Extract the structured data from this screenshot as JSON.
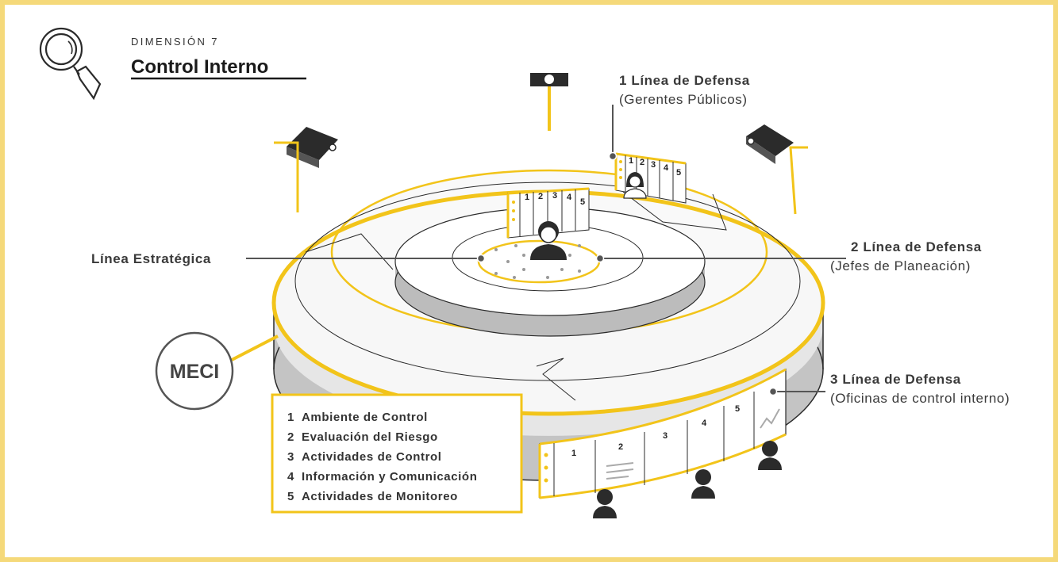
{
  "header": {
    "dimension_label": "DIMENSIÓN 7",
    "title": "Control Interno"
  },
  "lines": {
    "strategic": "Línea Estratégica",
    "first": {
      "title": "1 Línea de Defensa",
      "subtitle": "(Gerentes Públicos)"
    },
    "second": {
      "title": "2 Línea de Defensa",
      "subtitle": "(Jefes de Planeación)"
    },
    "third": {
      "title": "3 Línea de Defensa",
      "subtitle": "(Oficinas de control interno)"
    }
  },
  "meci": {
    "label": "MECI"
  },
  "components": [
    {
      "num": "1",
      "label": "Ambiente de Control"
    },
    {
      "num": "2",
      "label": "Evaluación del Riesgo"
    },
    {
      "num": "3",
      "label": "Actividades de Control"
    },
    {
      "num": "4",
      "label": "Información y Comunicación"
    },
    {
      "num": "5",
      "label": "Actividades de Monitoreo"
    }
  ],
  "panel_numbers": [
    "1",
    "2",
    "3",
    "4",
    "5"
  ],
  "colors": {
    "accent": "#f2c41a",
    "frame": "#f5d97a",
    "dark": "#2b2b2b",
    "gray": "#c4c4c4"
  }
}
